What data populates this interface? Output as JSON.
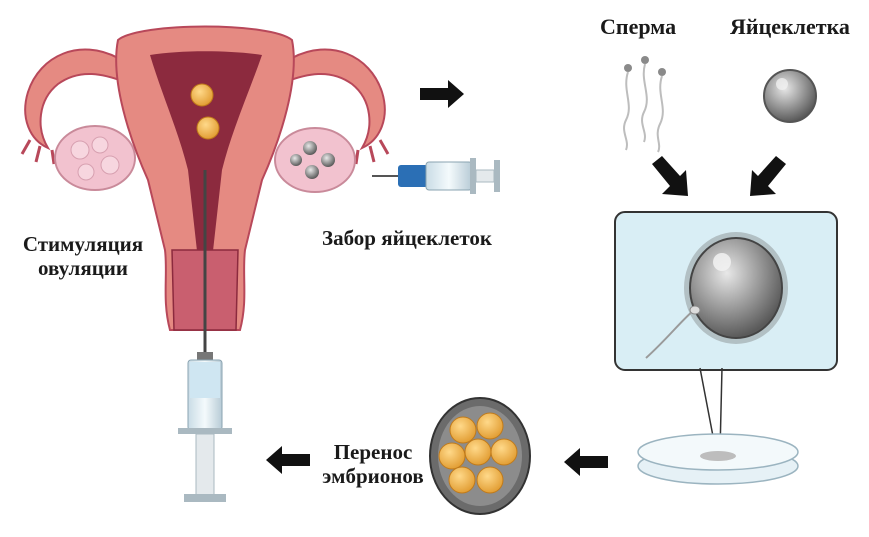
{
  "labels": {
    "sperm": "Сперма",
    "egg": "Яйцеклетка",
    "stimulation_line1": "Стимуляция",
    "stimulation_line2": "овуляции",
    "retrieval": "Забор яйцеклеток",
    "transfer_line1": "Перенос",
    "transfer_line2": "эмбрионов"
  },
  "colors": {
    "uterus": "#e58a82",
    "uterus_dark": "#b8485a",
    "cavity": "#8c2a3e",
    "ovary": "#f2c2cf",
    "embryo": "#f0b24a",
    "panel_fill": "#d9eef5",
    "arrow": "#111111"
  }
}
